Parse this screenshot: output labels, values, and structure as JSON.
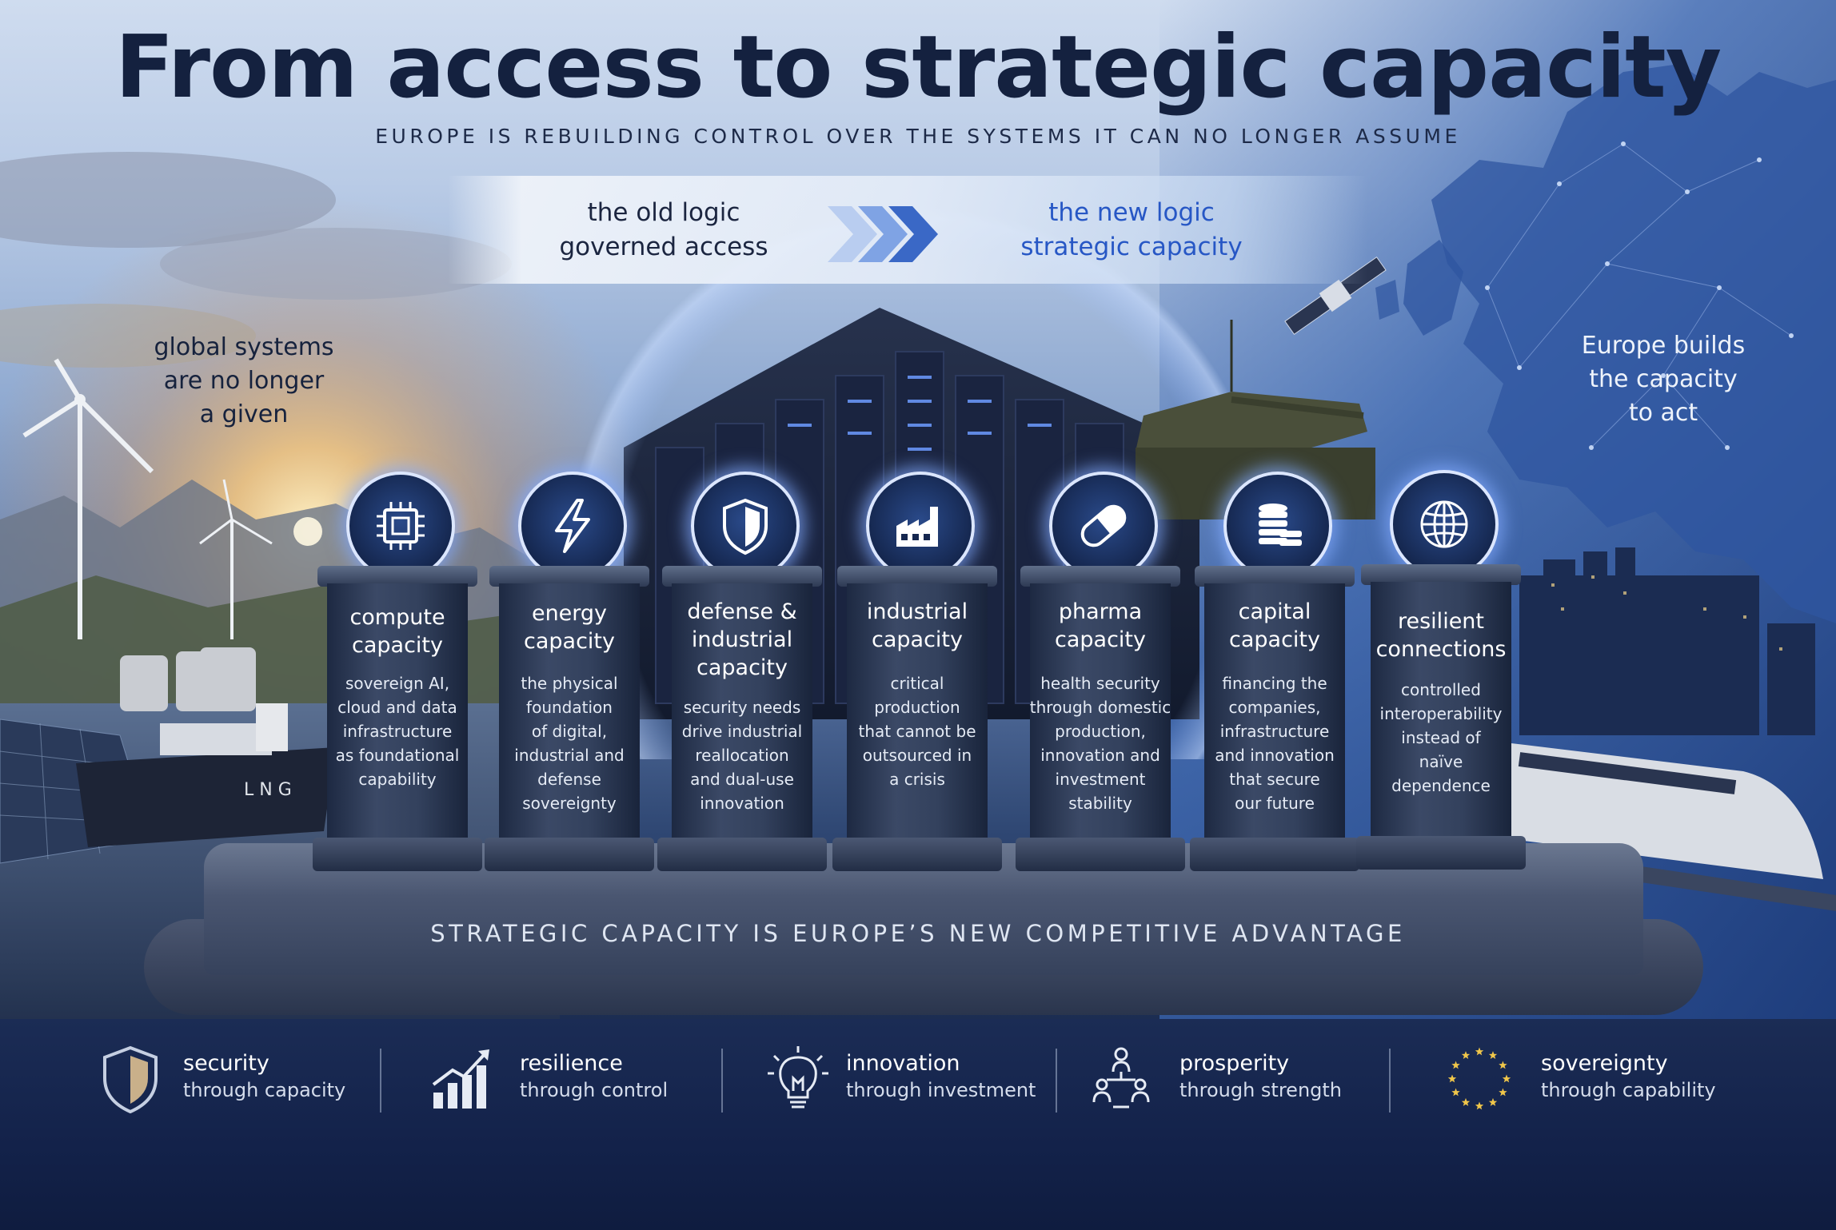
{
  "header": {
    "title": "From access to strategic capacity",
    "subtitle": "EUROPE IS REBUILDING CONTROL OVER THE SYSTEMS IT CAN NO LONGER ASSUME"
  },
  "logic": {
    "old_line1": "the old logic",
    "old_line2": "governed access",
    "new_line1": "the new logic",
    "new_line2": "strategic capacity"
  },
  "side_left": {
    "line1": "global systems",
    "line2": "are no longer",
    "line3": "a given"
  },
  "side_right": {
    "line1": "Europe builds",
    "line2": "the capacity",
    "line3": "to act"
  },
  "scene": {
    "ship_label": "L N G"
  },
  "pillars": [
    {
      "icon": "chip-icon",
      "title1": "compute",
      "title2": "capacity",
      "desc": [
        "sovereign AI,",
        "cloud and data",
        "infrastructure",
        "as foundational",
        "capability"
      ]
    },
    {
      "icon": "lightning-icon",
      "title1": "energy",
      "title2": "capacity",
      "desc": [
        "the physical",
        "foundation",
        "of digital,",
        "industrial and",
        "defense",
        "sovereignty"
      ]
    },
    {
      "icon": "shield-icon",
      "title1": "defense &",
      "title2": "industrial",
      "title3": "capacity",
      "desc": [
        "security needs",
        "drive industrial",
        "reallocation",
        "and dual-use",
        "innovation"
      ]
    },
    {
      "icon": "factory-icon",
      "title1": "industrial",
      "title2": "capacity",
      "desc": [
        "critical",
        "production",
        "that cannot be",
        "outsourced in",
        "a crisis"
      ]
    },
    {
      "icon": "pill-icon",
      "title1": "pharma",
      "title2": "capacity",
      "desc": [
        "health security",
        "through domestic",
        "production,",
        "innovation and",
        "investment",
        "stability"
      ]
    },
    {
      "icon": "coins-icon",
      "title1": "capital",
      "title2": "capacity",
      "desc": [
        "financing the",
        "companies,",
        "infrastructure",
        "and innovation",
        "that secure",
        "our future"
      ]
    },
    {
      "icon": "globe-icon",
      "title1": "resilient",
      "title2": "connections",
      "desc": [
        "controlled",
        "interoperability",
        "instead of",
        "naïve",
        "dependence"
      ]
    }
  ],
  "stage": {
    "text": "STRATEGIC CAPACITY IS EUROPE’S NEW COMPETITIVE ADVANTAGE"
  },
  "footer": [
    {
      "icon": "shield-outline-icon",
      "line1": "security",
      "line2": "through capacity"
    },
    {
      "icon": "growth-chart-icon",
      "line1": "resilience",
      "line2": "through control"
    },
    {
      "icon": "lightbulb-icon",
      "line1": "innovation",
      "line2": "through investment"
    },
    {
      "icon": "people-network-icon",
      "line1": "prosperity",
      "line2": "through strength"
    },
    {
      "icon": "eu-stars-icon",
      "line1": "sovereignty",
      "line2": "through capability"
    }
  ],
  "colors": {
    "title": "#14213f",
    "accent_blue": "#2757c5",
    "footer_bg": "#13224a",
    "orb_glow": "#9fbaff"
  }
}
